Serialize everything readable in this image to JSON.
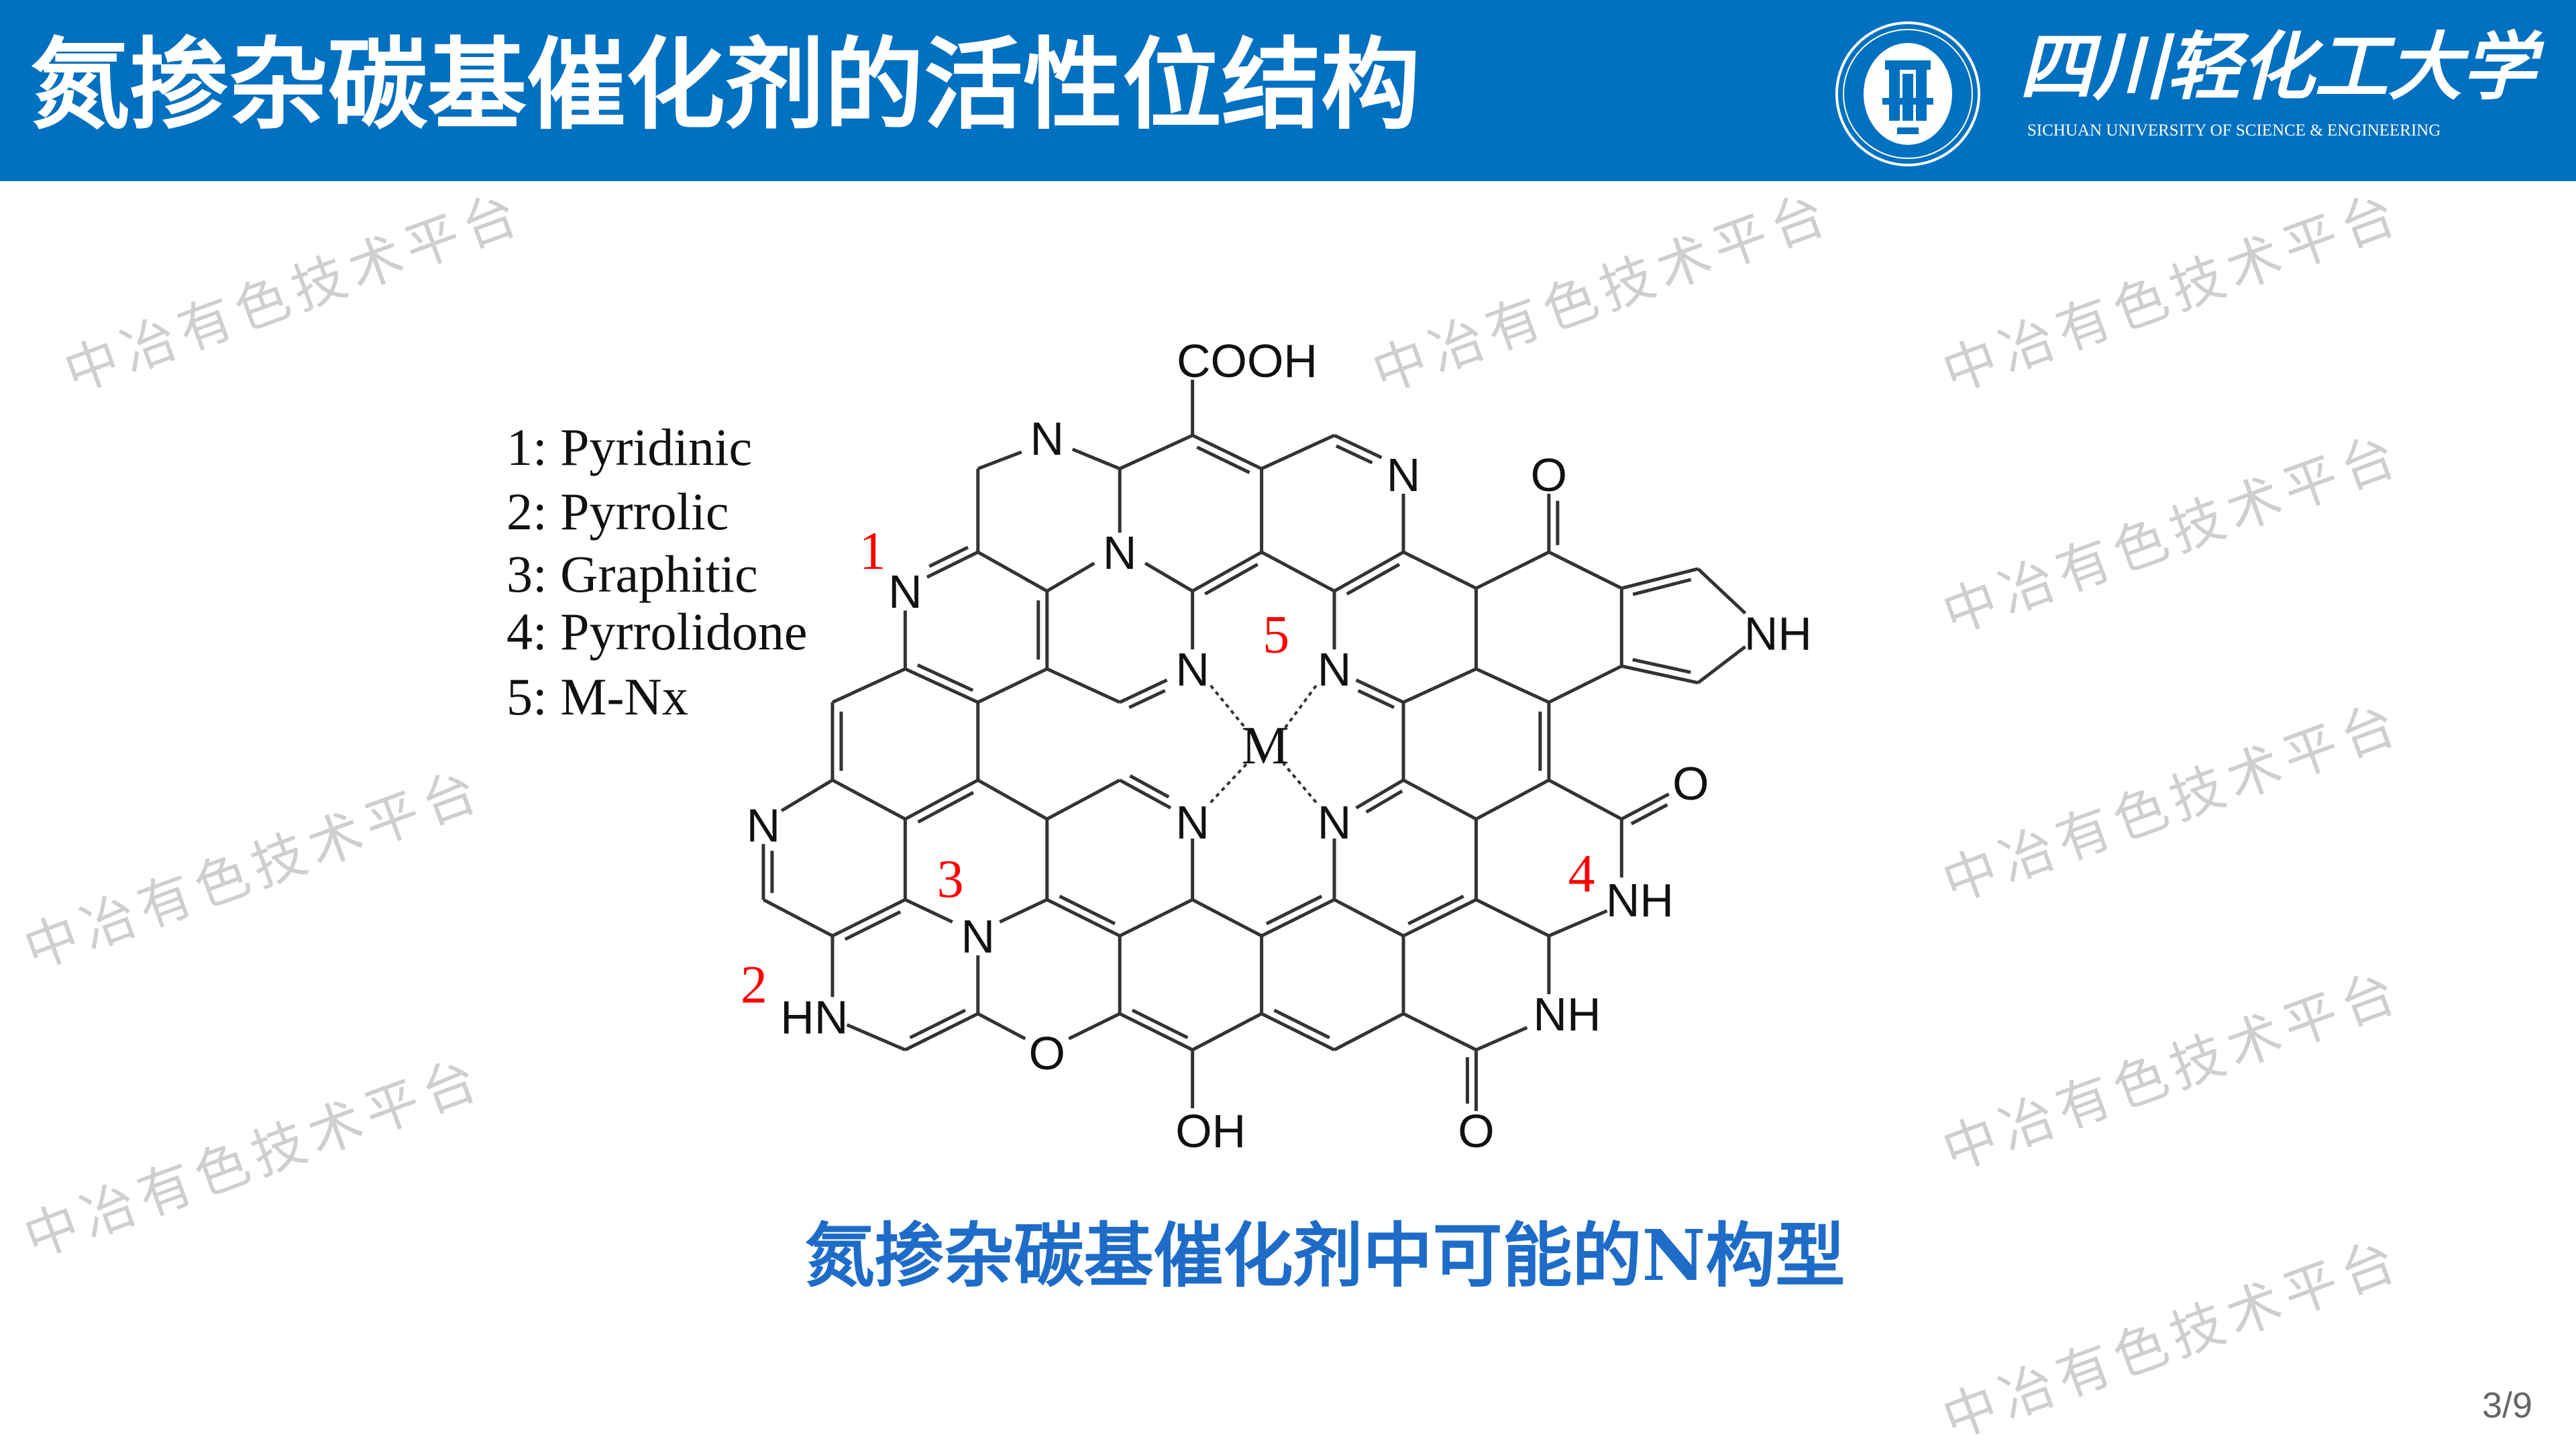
{
  "header": {
    "title": "氮掺杂碳基催化剂的活性位结构",
    "university_cn": "四川轻化工大学",
    "university_en": "SICHUAN UNIVERSITY OF SCIENCE & ENGINEERING",
    "brand_color": "#0070C0"
  },
  "legend": [
    "1: Pyridinic",
    "2: Pyrrolic",
    "3: Graphitic",
    "4: Pyrrolidone",
    "5: M-Nx"
  ],
  "structure": {
    "atom_labels": [
      "COOH",
      "N",
      "N",
      "N",
      "N",
      "O",
      "NH",
      "N",
      "N",
      "M",
      "N",
      "N",
      "O",
      "N",
      "4",
      "NH",
      "3",
      "N",
      "2",
      "HN",
      "O",
      "OH",
      "NH",
      "O"
    ],
    "site_numbers": [
      "1",
      "2",
      "3",
      "4",
      "5"
    ],
    "site_number_color": "#FF0000"
  },
  "caption": "氮掺杂碳基催化剂中可能的N构型",
  "page_number": "3/9",
  "watermark": "中冶有色技术平台"
}
